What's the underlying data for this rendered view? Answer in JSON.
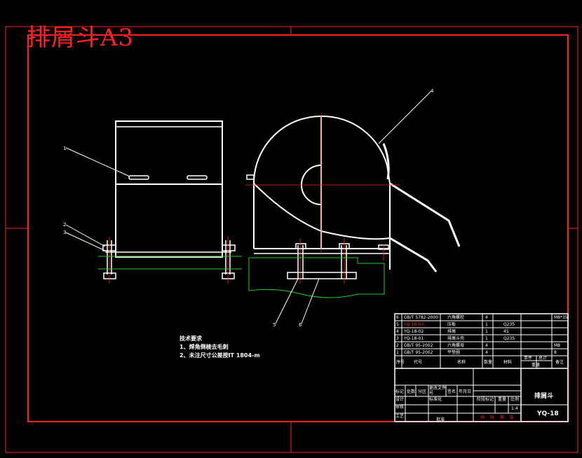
{
  "drawing": {
    "title": "排屑斗A3",
    "colors": {
      "background": "#000000",
      "frame": "#ff2020",
      "outline": "#ffffff",
      "hidden": "#22cc22",
      "leader": "#ffffff"
    }
  },
  "balloons": {
    "b1": "1",
    "b2": "2",
    "b3": "3",
    "b4": "4",
    "b5": "5",
    "b6": "6"
  },
  "tech_requirements": {
    "heading": "技术要求",
    "item1": "1、焊角倒棱去毛刺",
    "item2": "2、未注尺寸公差按IT 1804-m"
  },
  "bom": {
    "rows": [
      {
        "no": "6",
        "code": "GB/T 5782-2000",
        "name": "六角螺栓",
        "qty": "4",
        "material": "",
        "note": "M8*35"
      },
      {
        "no": "5",
        "code": "YQ-18-03",
        "name": "压板",
        "qty": "1",
        "material": "Q235",
        "note": ""
      },
      {
        "no": "4",
        "code": "YQ-18-02",
        "name": "排屑",
        "qty": "1",
        "material": "45",
        "note": ""
      },
      {
        "no": "3",
        "code": "YQ-18-01",
        "name": "排屑斗壳",
        "qty": "1",
        "material": "Q235",
        "note": ""
      },
      {
        "no": "2",
        "code": "GB/T 95-2002",
        "name": "六角螺母",
        "qty": "4",
        "material": "",
        "note": "M8"
      },
      {
        "no": "1",
        "code": "GB/T 95-2002",
        "name": "平垫圈",
        "qty": "4",
        "material": "",
        "note": "8"
      }
    ],
    "header": {
      "no": "序号",
      "code": "代号",
      "name": "名称",
      "qty": "数量",
      "material": "材料",
      "unit_weight": "单件",
      "total_weight": "总计",
      "weight": "重量",
      "note": "备注"
    }
  },
  "title_block": {
    "mark": "标记",
    "count": "处数",
    "zone": "分区",
    "change_doc": "更改文件号",
    "sign": "签名",
    "date": "年月日",
    "designer": "设计",
    "checker": "审核",
    "process": "工艺",
    "standard": "标准化",
    "approve": "批准",
    "stage": "阶段标记",
    "weight": "重量",
    "scale": "比例",
    "scale_value": "1:4",
    "sheets": "共 张 第 张",
    "part_name": "排屑斗",
    "drawing_no": "YQ-18"
  }
}
